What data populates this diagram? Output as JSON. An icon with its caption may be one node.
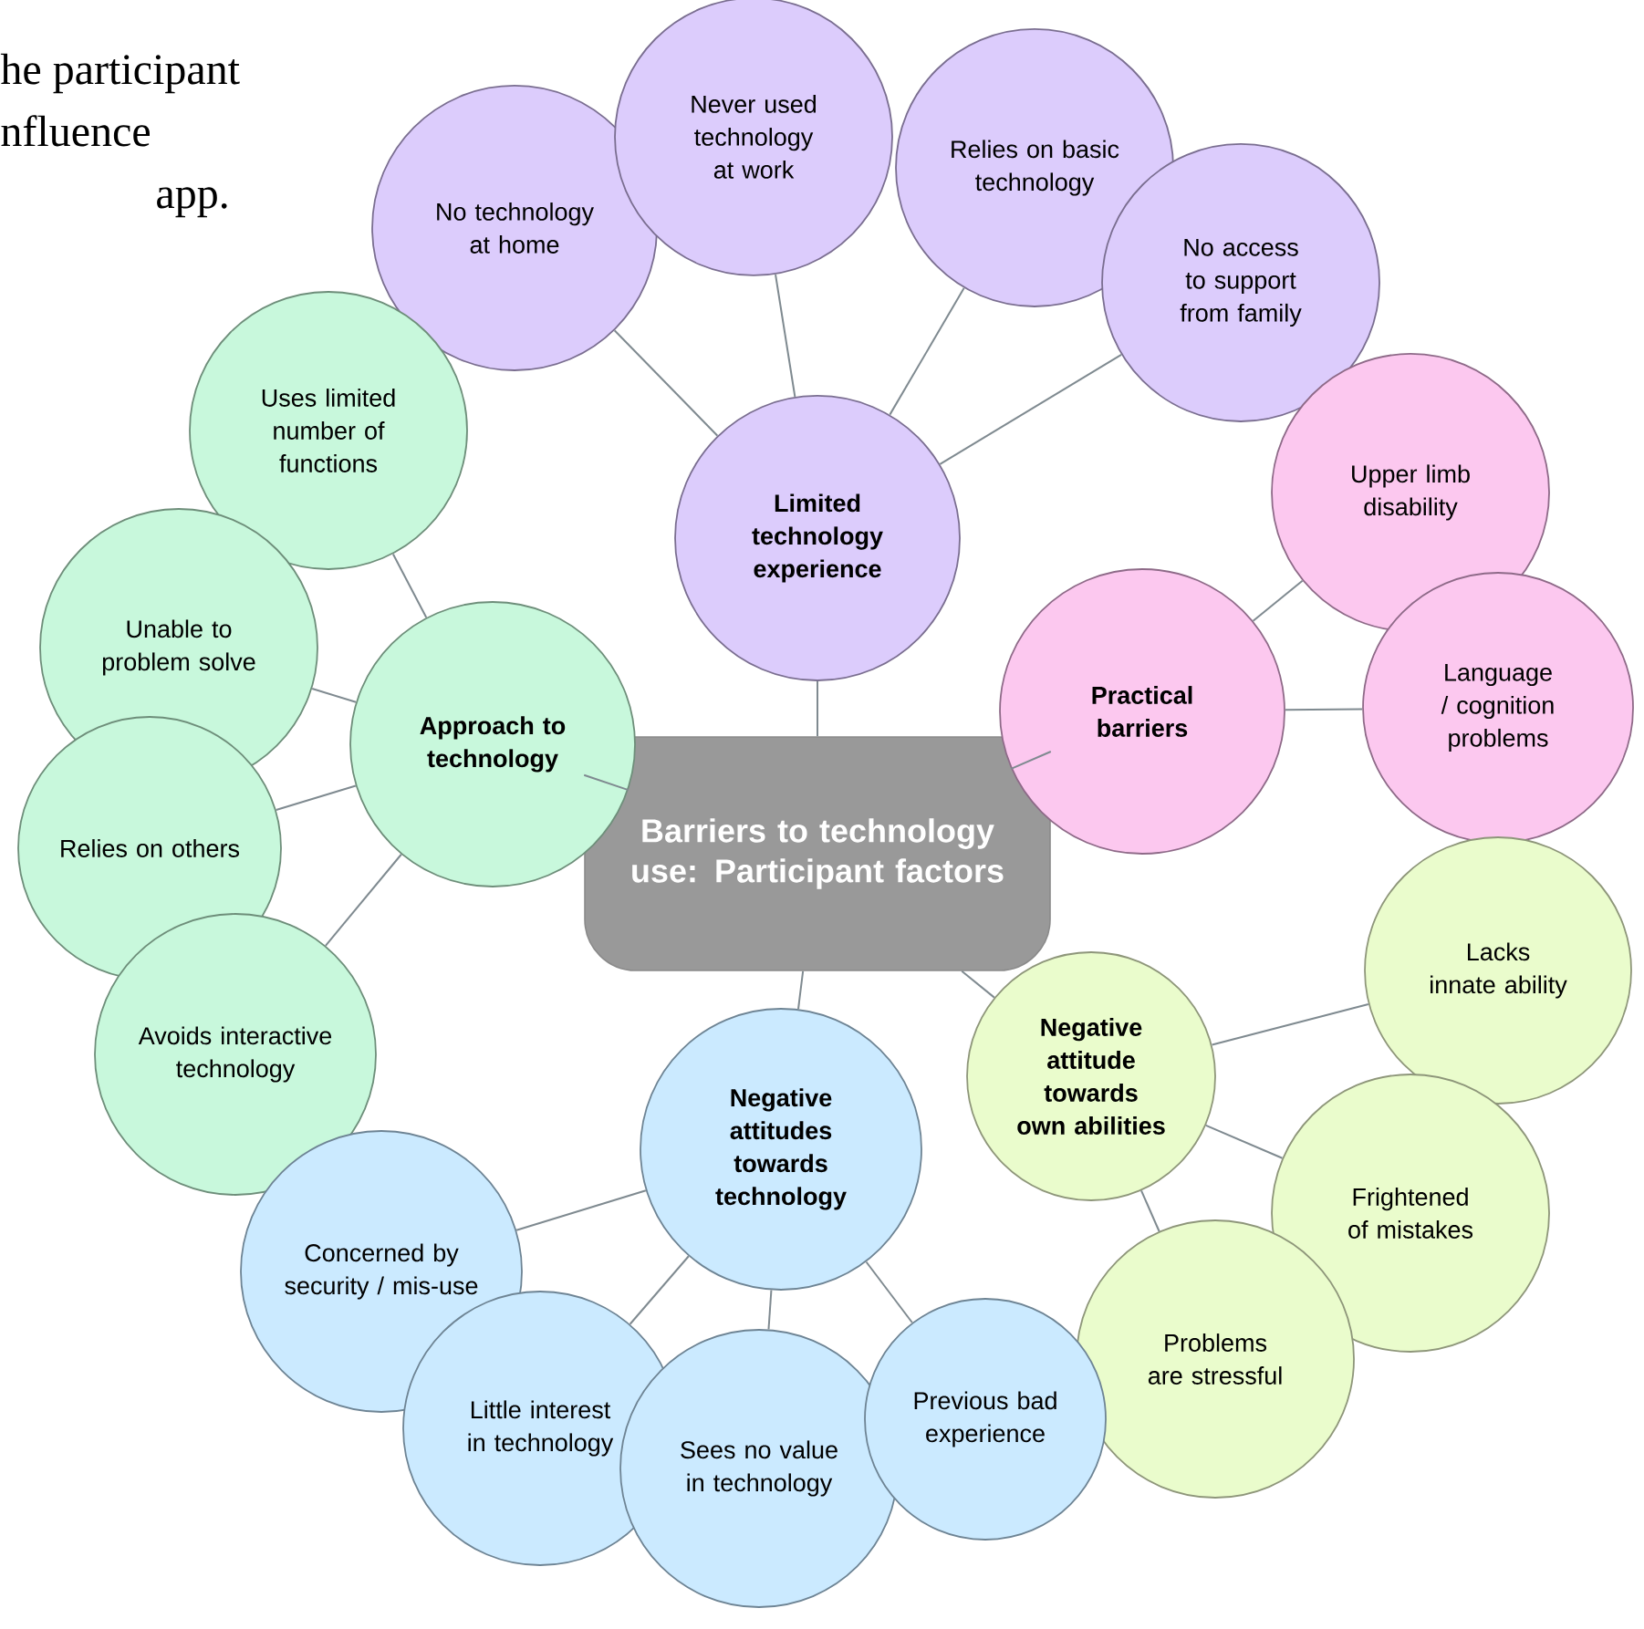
{
  "diagram": {
    "nodes": [
      {
        "text": [
          "Barriers to technology use: Participant factors"
        ]
      },
      {
        "text": [
          "Limited technology experience"
        ]
      },
      {
        "text": [
          "No technology at home"
        ]
      },
      {
        "text": [
          "Never used technology at work"
        ]
      },
      {
        "text": [
          "Relies on basic technology"
        ]
      },
      {
        "text": [
          "No access to support from family"
        ]
      },
      {
        "text": [
          "Practical barriers"
        ]
      },
      {
        "text": [
          "Upper limb disability"
        ]
      },
      {
        "text": [
          "Language / cognition problems"
        ]
      },
      {
        "text": [
          "Approach to technology"
        ]
      },
      {
        "text": [
          "Uses limited number of functions"
        ]
      },
      {
        "text": [
          "Unable to problem solve"
        ]
      },
      {
        "text": [
          "Relies on others"
        ]
      },
      {
        "text": [
          "Avoids interactive technology"
        ]
      },
      {
        "text": [
          "Negative attitude towards own abilities"
        ]
      },
      {
        "text": [
          "Lacks innate ability"
        ]
      },
      {
        "text": [
          "Frightened of mistakes"
        ]
      },
      {
        "text": [
          "Problems are stressful"
        ]
      },
      {
        "text": [
          "Negative attitudes towards technology"
        ]
      },
      {
        "text": [
          "Concerned by security / mis-use"
        ]
      },
      {
        "text": [
          "Little interest in technology"
        ]
      },
      {
        "text": [
          "Sees no value in technology"
        ]
      },
      {
        "text": [
          "Previous bad experience"
        ]
      }
    ],
    "edges": [
      {
        "from": 0,
        "to": 1,
        "arrow": "none"
      },
      {
        "from": 0,
        "to": 6,
        "arrow": "none"
      },
      {
        "from": 0,
        "to": 9,
        "arrow": "none"
      },
      {
        "from": 0,
        "to": 14,
        "arrow": "none"
      },
      {
        "from": 0,
        "to": 18,
        "arrow": "none"
      },
      {
        "from": 1,
        "to": 2,
        "arrow": "none"
      },
      {
        "from": 1,
        "to": 3,
        "arrow": "none"
      },
      {
        "from": 1,
        "to": 4,
        "arrow": "none"
      },
      {
        "from": 1,
        "to": 5,
        "arrow": "none"
      },
      {
        "from": 6,
        "to": 7,
        "arrow": "none"
      },
      {
        "from": 6,
        "to": 8,
        "arrow": "none"
      },
      {
        "from": 9,
        "to": 10,
        "arrow": "none"
      },
      {
        "from": 9,
        "to": 11,
        "arrow": "none"
      },
      {
        "from": 9,
        "to": 12,
        "arrow": "none"
      },
      {
        "from": 9,
        "to": 13,
        "arrow": "none"
      },
      {
        "from": 14,
        "to": 15,
        "arrow": "none"
      },
      {
        "from": 14,
        "to": 16,
        "arrow": "none"
      },
      {
        "from": 14,
        "to": 17,
        "arrow": "none"
      },
      {
        "from": 18,
        "to": 19,
        "arrow": "none"
      },
      {
        "from": 18,
        "to": 20,
        "arrow": "none"
      },
      {
        "from": 18,
        "to": 21,
        "arrow": "none"
      },
      {
        "from": 18,
        "to": 22,
        "arrow": "none"
      }
    ],
    "labels": [
      "he participant",
      "nfluence",
      "app."
    ]
  }
}
